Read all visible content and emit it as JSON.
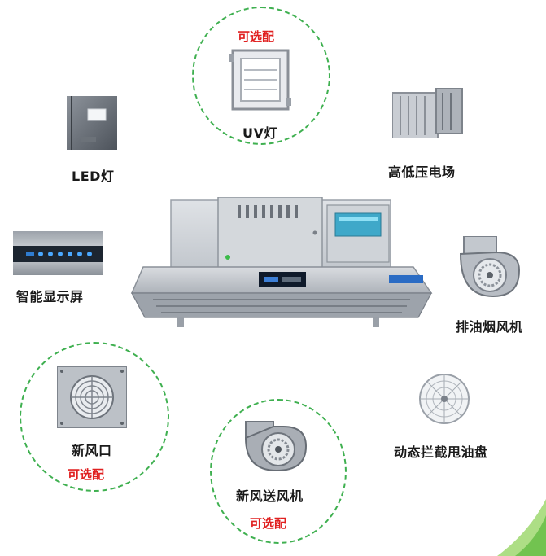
{
  "components": {
    "uv_lamp": {
      "label": "UV灯",
      "note": "可选配"
    },
    "led_lamp": {
      "label": "LED灯"
    },
    "hv_field": {
      "label": "高低压电场"
    },
    "smart_display": {
      "label": "智能显示屏"
    },
    "exhaust_fan": {
      "label": "排油烟风机"
    },
    "fresh_air_inlet": {
      "label": "新风口",
      "note": "可选配"
    },
    "dynamic_interceptor": {
      "label": "动态拦截甩油盘"
    },
    "fresh_air_fan": {
      "label": "新风送风机",
      "note": "可选配"
    }
  },
  "colors": {
    "accent_green": "#3fb050",
    "note_red": "#e02020",
    "steel": "#c8ccd2",
    "display_panel": "#0f1a2a"
  },
  "icons": [
    "uv-lamp-frame-icon",
    "led-panel-icon",
    "hv-field-module-icon",
    "smart-display-icon",
    "exhaust-fan-icon",
    "fresh-air-vent-icon",
    "oil-fan-disc-icon",
    "fresh-air-blower-icon",
    "range-hood-icon"
  ]
}
